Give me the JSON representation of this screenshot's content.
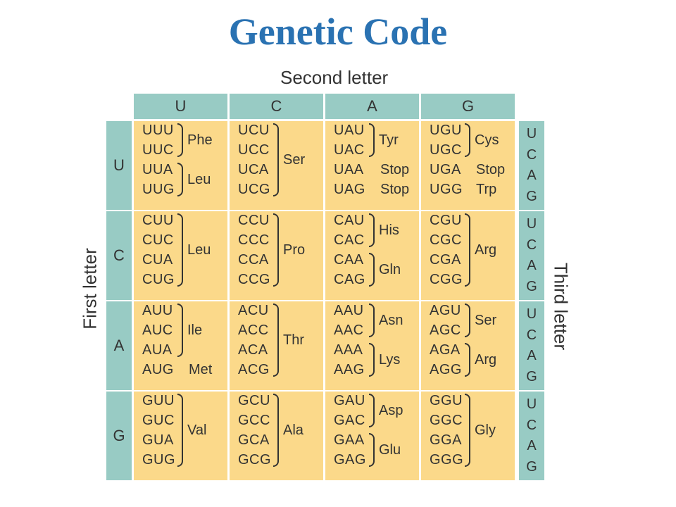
{
  "title": "Genetic Code",
  "second_letter_label": "Second letter",
  "first_letter_label": "First letter",
  "third_letter_label": "Third letter",
  "bases": [
    "U",
    "C",
    "A",
    "G"
  ],
  "rows": [
    {
      "first": "U",
      "cells": [
        {
          "codons": [
            "UUU",
            "UUC",
            "UUA",
            "UUG"
          ],
          "aa": [
            {
              "name": "Phe",
              "span": [
                0,
                1
              ]
            },
            {
              "name": "Leu",
              "span": [
                2,
                3
              ]
            }
          ]
        },
        {
          "codons": [
            "UCU",
            "UCC",
            "UCA",
            "UCG"
          ],
          "aa": [
            {
              "name": "Ser",
              "span": [
                0,
                3
              ]
            }
          ]
        },
        {
          "codons": [
            "UAU",
            "UAC",
            "UAA",
            "UAG"
          ],
          "aa": [
            {
              "name": "Tyr",
              "span": [
                0,
                1
              ]
            },
            {
              "name": "Stop",
              "span": [
                2,
                2
              ]
            },
            {
              "name": "Stop",
              "span": [
                3,
                3
              ]
            }
          ]
        },
        {
          "codons": [
            "UGU",
            "UGC",
            "UGA",
            "UGG"
          ],
          "aa": [
            {
              "name": "Cys",
              "span": [
                0,
                1
              ]
            },
            {
              "name": "Stop",
              "span": [
                2,
                2
              ]
            },
            {
              "name": "Trp",
              "span": [
                3,
                3
              ]
            }
          ]
        }
      ]
    },
    {
      "first": "C",
      "cells": [
        {
          "codons": [
            "CUU",
            "CUC",
            "CUA",
            "CUG"
          ],
          "aa": [
            {
              "name": "Leu",
              "span": [
                0,
                3
              ]
            }
          ]
        },
        {
          "codons": [
            "CCU",
            "CCC",
            "CCA",
            "CCG"
          ],
          "aa": [
            {
              "name": "Pro",
              "span": [
                0,
                3
              ]
            }
          ]
        },
        {
          "codons": [
            "CAU",
            "CAC",
            "CAA",
            "CAG"
          ],
          "aa": [
            {
              "name": "His",
              "span": [
                0,
                1
              ]
            },
            {
              "name": "Gln",
              "span": [
                2,
                3
              ]
            }
          ]
        },
        {
          "codons": [
            "CGU",
            "CGC",
            "CGA",
            "CGG"
          ],
          "aa": [
            {
              "name": "Arg",
              "span": [
                0,
                3
              ]
            }
          ]
        }
      ]
    },
    {
      "first": "A",
      "cells": [
        {
          "codons": [
            "AUU",
            "AUC",
            "AUA",
            "AUG"
          ],
          "aa": [
            {
              "name": "Ile",
              "span": [
                0,
                2
              ]
            },
            {
              "name": "Met",
              "span": [
                3,
                3
              ]
            }
          ]
        },
        {
          "codons": [
            "ACU",
            "ACC",
            "ACA",
            "ACG"
          ],
          "aa": [
            {
              "name": "Thr",
              "span": [
                0,
                3
              ]
            }
          ]
        },
        {
          "codons": [
            "AAU",
            "AAC",
            "AAA",
            "AAG"
          ],
          "aa": [
            {
              "name": "Asn",
              "span": [
                0,
                1
              ]
            },
            {
              "name": "Lys",
              "span": [
                2,
                3
              ]
            }
          ]
        },
        {
          "codons": [
            "AGU",
            "AGC",
            "AGA",
            "AGG"
          ],
          "aa": [
            {
              "name": "Ser",
              "span": [
                0,
                1
              ]
            },
            {
              "name": "Arg",
              "span": [
                2,
                3
              ]
            }
          ]
        }
      ]
    },
    {
      "first": "G",
      "cells": [
        {
          "codons": [
            "GUU",
            "GUC",
            "GUA",
            "GUG"
          ],
          "aa": [
            {
              "name": "Val",
              "span": [
                0,
                3
              ]
            }
          ]
        },
        {
          "codons": [
            "GCU",
            "GCC",
            "GCA",
            "GCG"
          ],
          "aa": [
            {
              "name": "Ala",
              "span": [
                0,
                3
              ]
            }
          ]
        },
        {
          "codons": [
            "GAU",
            "GAC",
            "GAA",
            "GAG"
          ],
          "aa": [
            {
              "name": "Asp",
              "span": [
                0,
                1
              ]
            },
            {
              "name": "Glu",
              "span": [
                2,
                3
              ]
            }
          ]
        },
        {
          "codons": [
            "GGU",
            "GGC",
            "GGA",
            "GGG"
          ],
          "aa": [
            {
              "name": "Gly",
              "span": [
                0,
                3
              ]
            }
          ]
        }
      ]
    }
  ],
  "colors": {
    "title": "#2a72b2",
    "header": "#98cbc4",
    "cell": "#fbd98a",
    "text": "#333333"
  }
}
